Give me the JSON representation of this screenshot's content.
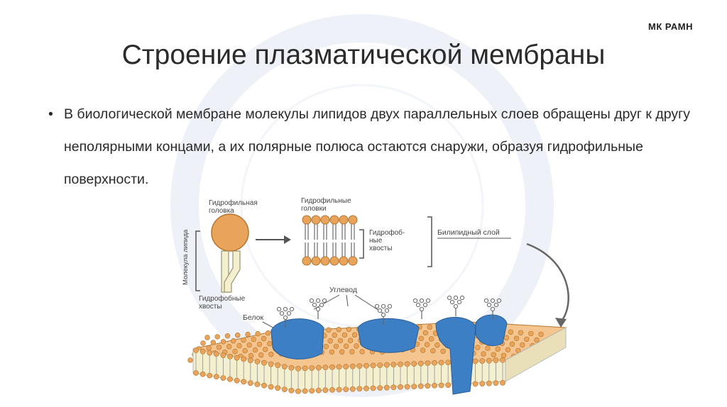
{
  "header": {
    "brand": "МК РАМН"
  },
  "slide": {
    "title": "Строение плазматической мембраны",
    "bullets": [
      {
        "marker": "•",
        "text": "В биологической мембране молекулы липидов двух параллельных слоев обращены друг к другу неполярными концами, а их полярные полюса остаются снаружи, образуя гидрофильные поверхности."
      }
    ]
  },
  "figure": {
    "labels": {
      "hydrophilic_head_1": "Гидрофильная",
      "hydrophilic_head_2": "головка",
      "hydrophilic_heads_1": "Гидрофильные",
      "hydrophilic_heads_2": "головки",
      "lipid_molecule": "Молекула липида",
      "hydrophobic_tails_left_1": "Гидрофобные",
      "hydrophobic_tails_left_2": "хвосты",
      "hydrophobic_tails_right_1": "Гидрофоб-",
      "hydrophobic_tails_right_2": "ные",
      "hydrophobic_tails_right_3": "хвосты",
      "bilayer": "Билипидный слой",
      "carbohydrate": "Углевод",
      "protein": "Белок"
    },
    "colors": {
      "head": "#e9a45c",
      "head_stroke": "#b6742f",
      "tail": "#f3efcf",
      "protein": "#3d7fc4",
      "line": "#555555"
    }
  }
}
